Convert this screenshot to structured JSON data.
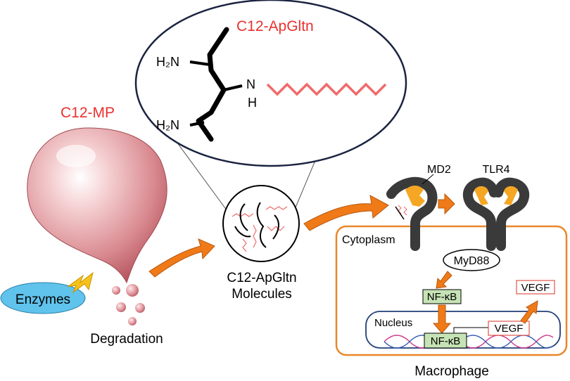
{
  "labels": {
    "c12_mp": "C12-MP",
    "c12_apgltn_title": "C12-ApGltn",
    "h2n_top": "H₂N",
    "h2n_bottom": "H₂N",
    "amide_n": "N",
    "amide_h": "H",
    "enzymes": "Enzymes",
    "degradation": "Degradation",
    "molecules_line1": "C12-ApGltn",
    "molecules_line2": "Molecules",
    "md2": "MD2",
    "tlr4": "TLR4",
    "cytoplasm": "Cytoplasm",
    "myd88": "MyD88",
    "nfkb_cyto": "NF-κB",
    "vegf_cyto": "VEGF",
    "nucleus": "Nucleus",
    "nfkb_nuc": "NF-κB",
    "vegf_nuc": "VEGF",
    "macrophage": "Macrophage"
  },
  "colors": {
    "red_label": "#e8312f",
    "lipid_chain": "#f06a6a",
    "arrow_orange": "#f07a18",
    "tlr_dark": "#3a3a3a",
    "md2_orange": "#f5a623",
    "cell_border": "#e8872a",
    "nucleus_border": "#1f3f78",
    "enzymes_fill": "#5fc3ec",
    "nfkb_fill": "#c6e3b5",
    "vegf_border": "#e0554a",
    "bolt": "#f6c21a"
  },
  "icons": [
    "microparticle-droplet",
    "lightning-bolt-icon",
    "tlr4-receptor-icon",
    "dna-helix-icon"
  ]
}
